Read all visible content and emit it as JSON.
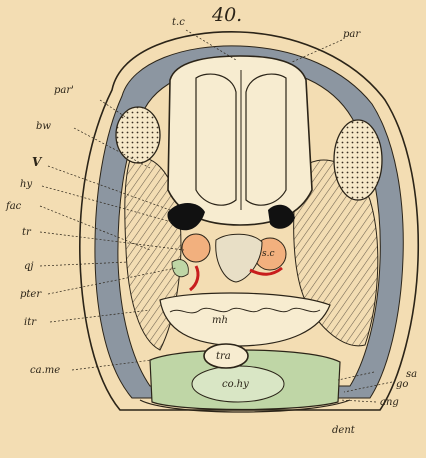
{
  "figure": {
    "number": "40."
  },
  "labels": {
    "tc": "t.c",
    "par": "par",
    "par_prime": "par'",
    "bw": "bw",
    "V": "V",
    "hy": "hy",
    "fac": "fac",
    "tr": "tr",
    "qj": "qj",
    "pter": "pter",
    "itr": "itr",
    "came": "ca.me",
    "mh": "mh",
    "tra": "tra",
    "cohy": "co.hy",
    "sc": "s.c",
    "sa": "sa",
    "go": "go",
    "ang": "ang",
    "dent": "dent"
  },
  "colors": {
    "paper": "#f3ddb3",
    "ink": "#2b2418",
    "grey_tissue": "#8c96a1",
    "cartilage_green": "#bfd6a6",
    "nerve_black": "#111111",
    "vessel_red": "#c81d1d",
    "orange_fill": "#f2b07e",
    "pale_fill": "#f7ecd0"
  }
}
